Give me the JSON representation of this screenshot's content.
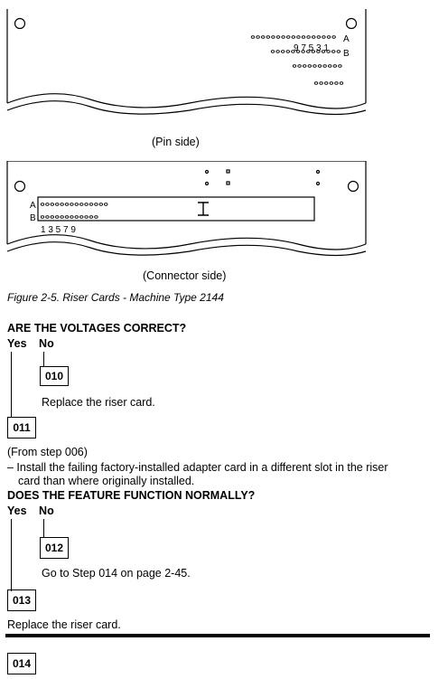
{
  "figure_top": {
    "row_a_label": "A",
    "row_b_label": "B",
    "pin_numbers": "9 7 5 3 1",
    "caption": "(Pin side)"
  },
  "figure_bottom": {
    "row_a_label": "A",
    "row_b_label": "B",
    "pin_numbers": "1 3 5 7 9",
    "caption": "(Connector side)"
  },
  "figure_caption": "Figure   2-5. Riser Cards - Machine Type 2144",
  "step1": {
    "question": "ARE THE VOLTAGES CORRECT?",
    "yes": "Yes",
    "no": "No",
    "no_step": "010",
    "no_action": "Replace the riser card.",
    "yes_step": "011"
  },
  "step011": {
    "from": "(From step 006)",
    "instruction_line1": "– Install the failing factory-installed adapter card in a different slot in the riser",
    "instruction_line2": "card than where originally installed."
  },
  "step2": {
    "question": "DOES THE FEATURE FUNCTION NORMALLY?",
    "yes": "Yes",
    "no": "No",
    "no_step": "012",
    "no_action": "Go to Step 014 on page  2-45.",
    "yes_step": "013",
    "yes_action": "Replace the riser card."
  },
  "next_step": "014"
}
